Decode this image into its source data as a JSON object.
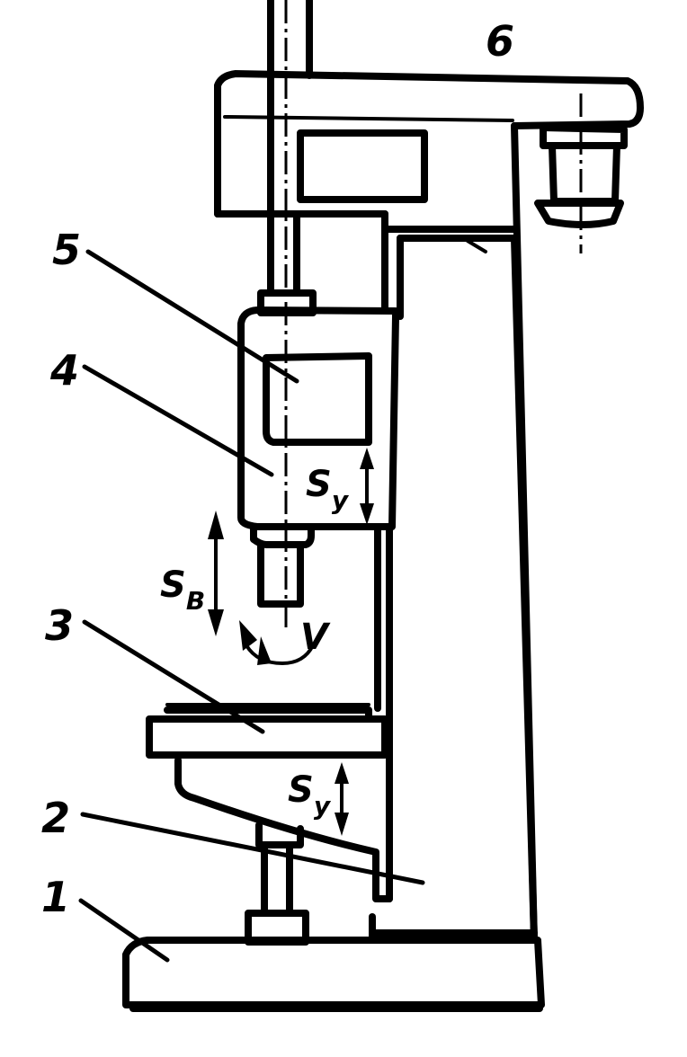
{
  "labels": {
    "base": "1",
    "column": "2",
    "table": "3",
    "spindle": "4",
    "feed_box": "5",
    "gearbox": "6"
  },
  "motions": {
    "spindle_head_feed": {
      "main": "S",
      "sub": "y"
    },
    "spindle_feed": {
      "main": "S",
      "sub": "B"
    },
    "rotation": "V",
    "table_feed": {
      "main": "S",
      "sub": "y"
    }
  },
  "colors": {
    "ink": "#000000",
    "paper": "#ffffff"
  }
}
